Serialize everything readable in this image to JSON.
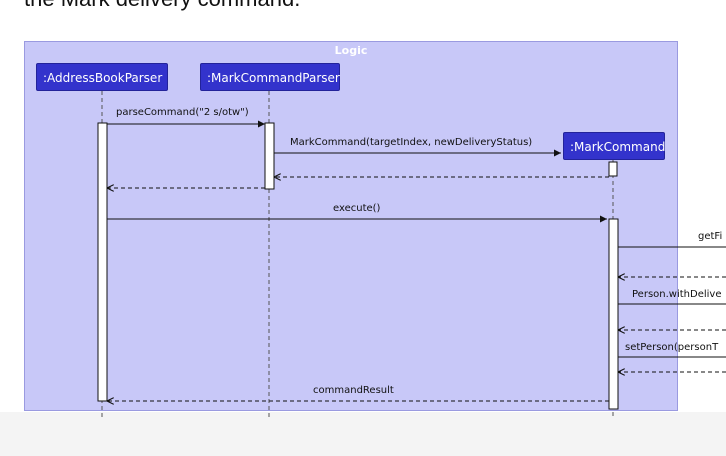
{
  "caption_fragment": "the Mark delivery command.",
  "frame": {
    "title": "Logic"
  },
  "participants": [
    {
      "name": ":AddressBookParser"
    },
    {
      "name": ":MarkCommandParser"
    },
    {
      "name": ":MarkCommand"
    }
  ],
  "messages": {
    "parse": "parseCommand(\"2 s/otw\")",
    "create": "MarkCommand(targetIndex, newDeliveryStatus)",
    "execute": "execute()",
    "get_fi": "getFi",
    "person_with": "Person.withDelive",
    "set_person": "setPerson(personT",
    "result": "commandResult"
  }
}
